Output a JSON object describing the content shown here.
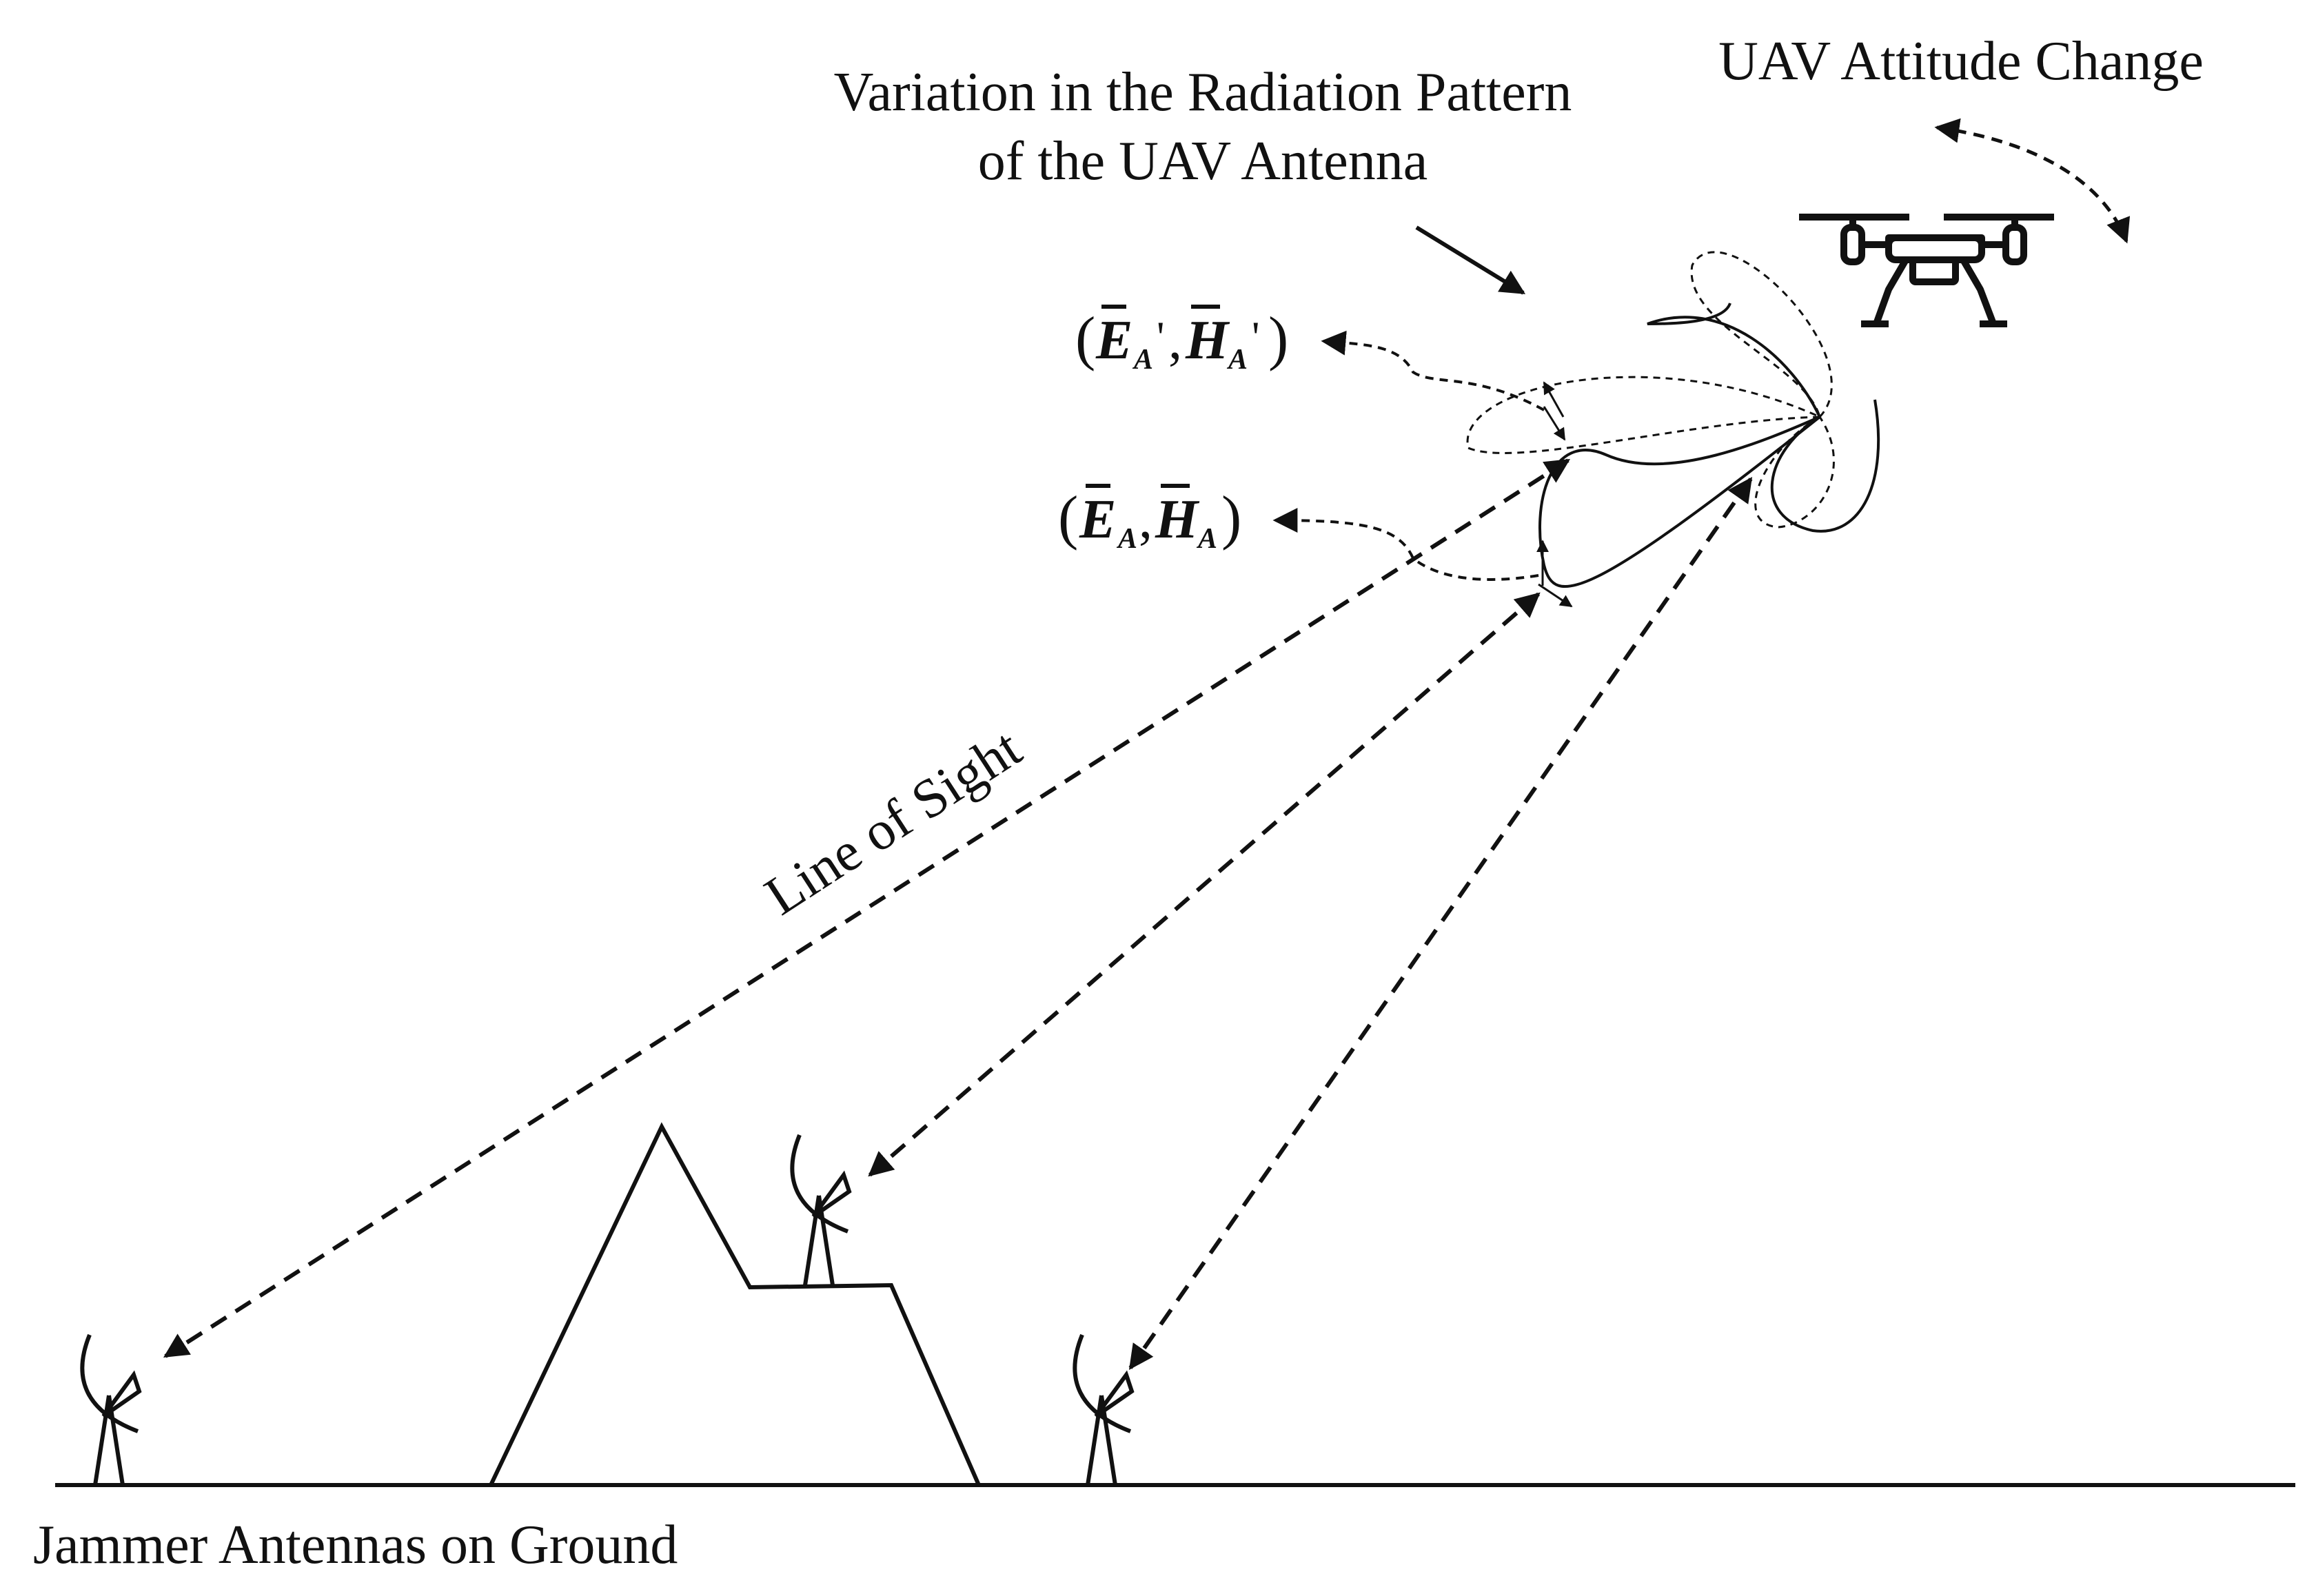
{
  "labels": {
    "pattern_line1": "Variation in the Radiation Pattern",
    "pattern_line2": "of the UAV Antenna",
    "attitude": "UAV Attitude Change",
    "line_of_sight": "Line of Sight",
    "ground": "Jammer Antennas on Ground"
  },
  "fields": {
    "primed": {
      "open": "(",
      "e_symbol": "E",
      "e_sub": "A",
      "e_prime": "'",
      "comma": ",",
      "h_symbol": "H",
      "h_sub": "A",
      "h_prime": "'",
      "close": ")"
    },
    "unprimed": {
      "open": "(",
      "e_symbol": "E",
      "e_sub": "A",
      "comma": ",",
      "h_symbol": "H",
      "h_sub": "A",
      "close": ")"
    }
  },
  "icons": {
    "drone": "quadcopter-uav-icon",
    "jammer": "dish-antenna-icon"
  },
  "colors": {
    "ink": "#111111",
    "background": "#ffffff"
  }
}
